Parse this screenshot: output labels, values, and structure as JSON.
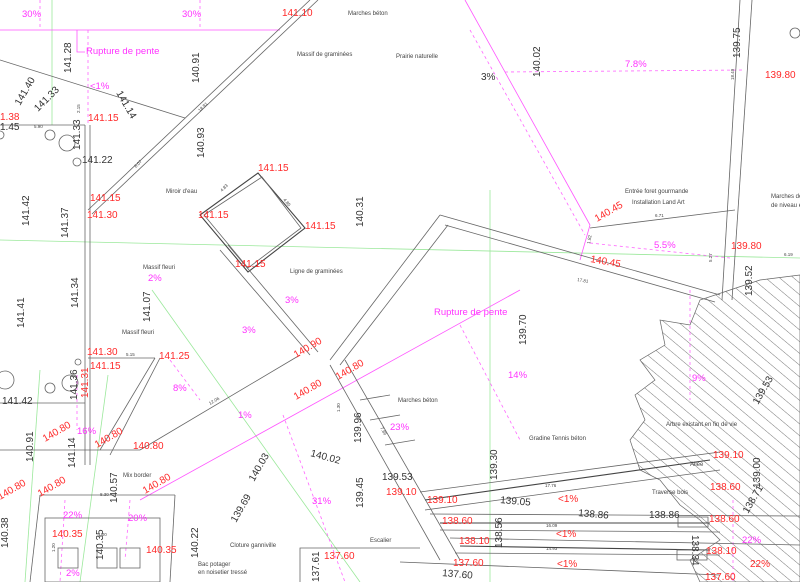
{
  "drawing": {
    "colors": {
      "elevation_existing": "#333333",
      "elevation_design": "#ff2a2a",
      "slope": "#ff33ff",
      "grid_line": "#9be89b"
    },
    "slopes": [
      "30%",
      "30%",
      "Rupture de pente",
      "<1%",
      "2%",
      "3%",
      "3%",
      "8%",
      "1%",
      "16%",
      "23%",
      "31%",
      "22%",
      "20%",
      "2%",
      "7.8%",
      "5.5%",
      "Rupture de pente",
      "14%",
      "9%",
      "22%"
    ],
    "design_elevations": [
      "141.10",
      "1.38",
      "141.15",
      "141.15",
      "141.30",
      "141.15",
      "141.15",
      "141.15",
      "141.15",
      "141.30",
      "141.15",
      "141.25",
      "141.31",
      "140.90",
      "140.80",
      "140.80",
      "140.80",
      "140.80",
      "140.80",
      "140.80",
      "140.80",
      "140.80",
      "140.35",
      "140.35",
      "137.60",
      "140.45",
      "140.45",
      "139.80",
      "139.80",
      "139.10",
      "139.10",
      "138.60",
      "138.10",
      "137.60",
      "139.10",
      "138.60",
      "138.60",
      "138.10",
      "137.60",
      "<1%",
      "<1%",
      "<1%",
      "22%"
    ],
    "existing_elevations": [
      "141.28",
      "140.91",
      "141.40",
      "141.33",
      "141.14",
      "1.45",
      "141.33",
      "141.22",
      "140.93",
      "141.42",
      "141.37",
      "140.31",
      "141.34",
      "141.41",
      "141.07",
      "141.36",
      "141.42",
      "140.91",
      "141.14",
      "140.57",
      "140.38",
      "140.35",
      "140.03",
      "140.02",
      "139.96",
      "139.69",
      "140.22",
      "139.45",
      "139.53",
      "137.61",
      "140.02",
      "3%",
      "139.75",
      "139.52",
      "139.70",
      "139.53",
      "139.30",
      "139.05",
      "138.86",
      "138.86",
      "139.00",
      "138.71",
      "138.34",
      "138.56",
      "137.60"
    ],
    "annotations": [
      "Marches béton",
      "Massif de graminées",
      "Prairie naturelle",
      "Miroir d'eau",
      "Massif fleuri",
      "Ligne de graminées",
      "Massif fleuri",
      "Marches béton",
      "Mix border",
      "Cloture ganniville",
      "Bac potager",
      "en noisetier tressé",
      "Escalier",
      "Entrée foret gourmande",
      "Installation Land Art",
      "Marches de",
      "de niveau e",
      "Gradine Tennis béton",
      "Arbre existant en fin de vie",
      "Allée",
      "Traverse bois"
    ],
    "dimensions": [
      "5.90",
      "2.15",
      "18.81",
      "8.07",
      "4.83",
      "4.85",
      "5.15",
      "12.06",
      "6.71",
      "1.82",
      "17.81",
      "18.49",
      "5.27",
      "6.19",
      "1.30",
      "7.86",
      "17.76",
      "16.09",
      "14.93",
      "8.30",
      "1.00",
      "1.20"
    ]
  }
}
